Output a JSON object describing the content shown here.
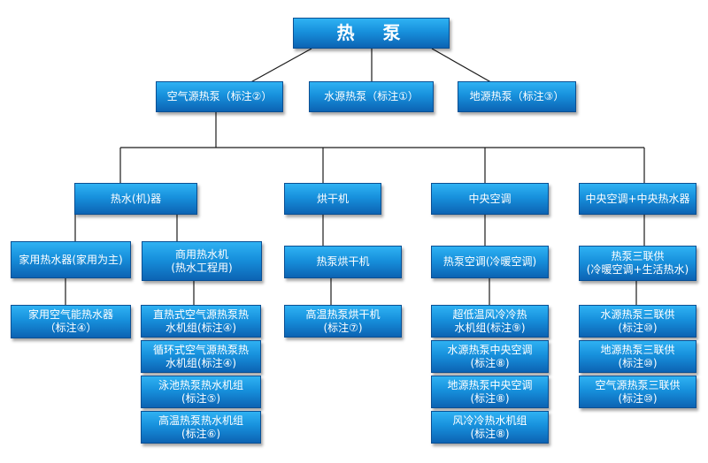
{
  "root": {
    "label": "热  泵"
  },
  "sources": [
    {
      "label": "空气源热泵（标注②）"
    },
    {
      "label": "水源热泵（标注①）"
    },
    {
      "label": "地源热泵（标注③）"
    }
  ],
  "categories": [
    {
      "label": "热水(机)器"
    },
    {
      "label": "烘干机"
    },
    {
      "label": "中央空调"
    },
    {
      "label": "中央空调+中央热水器"
    }
  ],
  "subcategories": [
    {
      "lines": [
        "家用热水器(家用为主)"
      ]
    },
    {
      "lines": [
        "商用热水机",
        "(热水工程用)"
      ]
    },
    {
      "lines": [
        "热泵烘干机"
      ]
    },
    {
      "lines": [
        "热泵空调(冷暖空调)"
      ]
    },
    {
      "lines": [
        "热泵三联供",
        "(冷暖空调+生活热水)"
      ]
    }
  ],
  "leaves": [
    {
      "lines": [
        "家用空气能热水器",
        "（标注④）"
      ]
    },
    {
      "lines": [
        "直热式空气源热泵热",
        "水机组(标注④)"
      ]
    },
    {
      "lines": [
        "循环式空气源热泵热",
        "水机组(标注④)"
      ]
    },
    {
      "lines": [
        "泳池热泵热水机组",
        "(标注⑤)"
      ]
    },
    {
      "lines": [
        "高温热泵热水机组",
        "(标注⑥)"
      ]
    },
    {
      "lines": [
        "高温热泵烘干机",
        "(标注⑦)"
      ]
    },
    {
      "lines": [
        "超低温风冷冷热",
        "水机组(标注⑨)"
      ]
    },
    {
      "lines": [
        "水源热泵中央空调",
        "(标注⑧)"
      ]
    },
    {
      "lines": [
        "地源热泵中央空调",
        "(标注⑧)"
      ]
    },
    {
      "lines": [
        "风冷冷热水机组",
        "(标注⑧)"
      ]
    },
    {
      "lines": [
        "水源热泵三联供",
        "(标注⑩)"
      ]
    },
    {
      "lines": [
        "地源热泵三联供",
        "(标注⑩)"
      ]
    },
    {
      "lines": [
        "空气源热泵三联供",
        "(标注⑩)"
      ]
    }
  ],
  "colors": {
    "node_top": "#2fb2f3",
    "node_bottom": "#0c63b3",
    "connector": "#1a1a1a"
  }
}
